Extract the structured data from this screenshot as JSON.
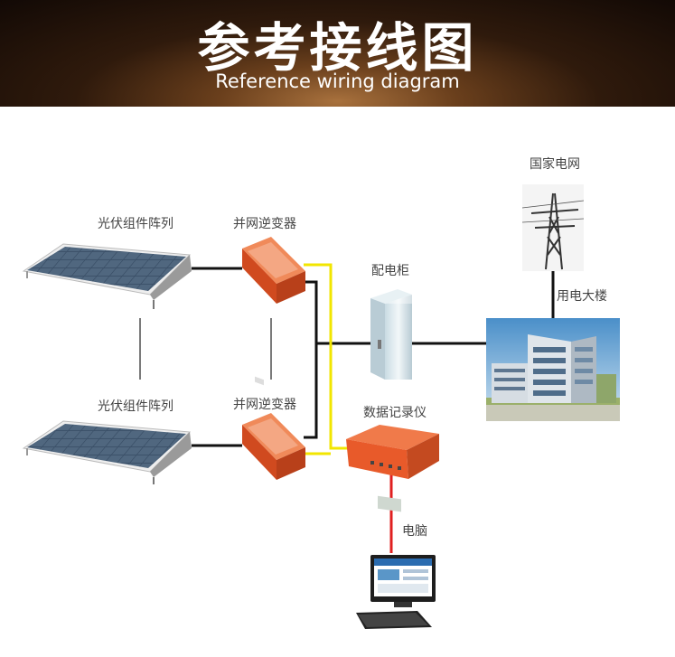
{
  "header": {
    "title": "参考接线图",
    "subtitle": "Reference wiring diagram"
  },
  "nodes": {
    "pv_array_top": "光伏组件阵列",
    "inverter_top": "并网逆变器",
    "pv_array_bottom": "光伏组件阵列",
    "inverter_bottom": "并网逆变器",
    "distribution_cabinet": "配电柜",
    "data_logger": "数据记录仪",
    "national_grid": "国家电网",
    "office_building": "用电大楼",
    "computer": "电脑"
  },
  "colors": {
    "panel_frame": "#e8e8e8",
    "panel_cell": "#3b5068",
    "inverter": "#e05a2a",
    "cabinet": "#dde9ee",
    "logger": "#e85a2a",
    "power_line": "#111111",
    "data_line": "#f2e600",
    "pc_link": "#e02020"
  }
}
